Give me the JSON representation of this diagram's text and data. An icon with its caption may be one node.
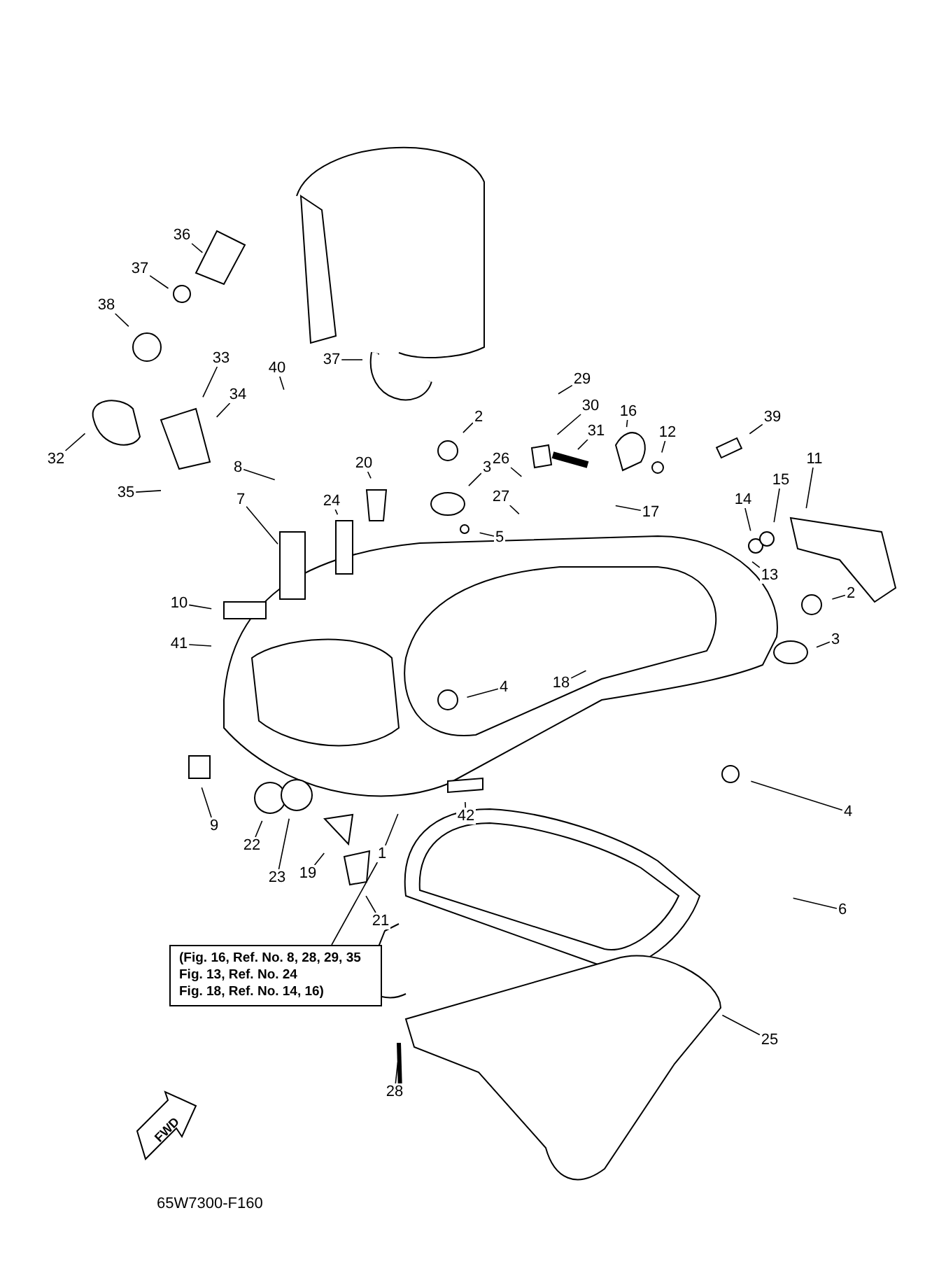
{
  "diagram": {
    "nodes": [
      {
        "text": [
          "36"
        ]
      },
      {
        "text": [
          "37"
        ]
      },
      {
        "text": [
          "38"
        ]
      },
      {
        "text": [
          "33"
        ]
      },
      {
        "text": [
          "37"
        ]
      },
      {
        "text": [
          "40"
        ]
      },
      {
        "text": [
          "34"
        ]
      },
      {
        "text": [
          "29"
        ]
      },
      {
        "text": [
          "32"
        ]
      },
      {
        "text": [
          "16"
        ]
      },
      {
        "text": [
          "30"
        ]
      },
      {
        "text": [
          "39"
        ]
      },
      {
        "text": [
          "12"
        ]
      },
      {
        "text": [
          "31"
        ]
      },
      {
        "text": [
          "2"
        ]
      },
      {
        "text": [
          "11"
        ]
      },
      {
        "text": [
          "8"
        ]
      },
      {
        "text": [
          "20"
        ]
      },
      {
        "text": [
          "26"
        ]
      },
      {
        "text": [
          "3"
        ]
      },
      {
        "text": [
          "15"
        ]
      },
      {
        "text": [
          "35"
        ]
      },
      {
        "text": [
          "27"
        ]
      },
      {
        "text": [
          "24"
        ]
      },
      {
        "text": [
          "7"
        ]
      },
      {
        "text": [
          "14"
        ]
      },
      {
        "text": [
          "17"
        ]
      },
      {
        "text": [
          "5"
        ]
      },
      {
        "text": [
          "13"
        ]
      },
      {
        "text": [
          "2"
        ]
      },
      {
        "text": [
          "10"
        ]
      },
      {
        "text": [
          "3"
        ]
      },
      {
        "text": [
          "41"
        ]
      },
      {
        "text": [
          "18"
        ]
      },
      {
        "text": [
          "4"
        ]
      },
      {
        "text": [
          "42"
        ]
      },
      {
        "text": [
          "4"
        ]
      },
      {
        "text": [
          "9"
        ]
      },
      {
        "text": [
          "22"
        ]
      },
      {
        "text": [
          "1"
        ]
      },
      {
        "text": [
          "23"
        ]
      },
      {
        "text": [
          "19"
        ]
      },
      {
        "text": [
          "6"
        ]
      },
      {
        "text": [
          "21"
        ]
      },
      {
        "text": [
          "(Fig. 16, Ref. No. 8, 28, 29, 35",
          "Fig. 13, Ref. No. 24",
          "Fig. 18, Ref. No. 14, 16)"
        ]
      },
      {
        "text": [
          "25"
        ]
      },
      {
        "text": [
          "28"
        ]
      }
    ],
    "edges": [
      {
        "from": 0,
        "to": null,
        "arrow": "none"
      },
      {
        "from": 1,
        "to": null,
        "arrow": "none"
      },
      {
        "from": 2,
        "to": null,
        "arrow": "none"
      },
      {
        "from": 3,
        "to": null,
        "arrow": "none"
      },
      {
        "from": 4,
        "to": null,
        "arrow": "none"
      },
      {
        "from": 5,
        "to": null,
        "arrow": "none"
      },
      {
        "from": 6,
        "to": null,
        "arrow": "none"
      },
      {
        "from": 7,
        "to": null,
        "arrow": "none"
      },
      {
        "from": 8,
        "to": null,
        "arrow": "none"
      },
      {
        "from": 9,
        "to": null,
        "arrow": "none"
      },
      {
        "from": 10,
        "to": null,
        "arrow": "none"
      },
      {
        "from": 11,
        "to": null,
        "arrow": "none"
      },
      {
        "from": 12,
        "to": null,
        "arrow": "none"
      },
      {
        "from": 13,
        "to": null,
        "arrow": "none"
      },
      {
        "from": 14,
        "to": null,
        "arrow": "none"
      },
      {
        "from": 15,
        "to": null,
        "arrow": "none"
      },
      {
        "from": 16,
        "to": null,
        "arrow": "none"
      },
      {
        "from": 17,
        "to": null,
        "arrow": "none"
      },
      {
        "from": 18,
        "to": null,
        "arrow": "none"
      },
      {
        "from": 19,
        "to": null,
        "arrow": "none"
      },
      {
        "from": 20,
        "to": null,
        "arrow": "none"
      },
      {
        "from": 21,
        "to": null,
        "arrow": "none"
      },
      {
        "from": 22,
        "to": null,
        "arrow": "none"
      },
      {
        "from": 23,
        "to": null,
        "arrow": "none"
      },
      {
        "from": 24,
        "to": null,
        "arrow": "none"
      },
      {
        "from": 25,
        "to": null,
        "arrow": "none"
      },
      {
        "from": 26,
        "to": null,
        "arrow": "none"
      },
      {
        "from": 27,
        "to": null,
        "arrow": "none"
      },
      {
        "from": 28,
        "to": null,
        "arrow": "none"
      },
      {
        "from": 29,
        "to": null,
        "arrow": "none"
      },
      {
        "from": 30,
        "to": null,
        "arrow": "none"
      },
      {
        "from": 31,
        "to": null,
        "arrow": "none"
      },
      {
        "from": 32,
        "to": null,
        "arrow": "none"
      },
      {
        "from": 33,
        "to": null,
        "arrow": "none"
      },
      {
        "from": 34,
        "to": null,
        "arrow": "none"
      },
      {
        "from": 35,
        "to": null,
        "arrow": "none"
      },
      {
        "from": 36,
        "to": null,
        "arrow": "none"
      },
      {
        "from": 37,
        "to": null,
        "arrow": "none"
      },
      {
        "from": 38,
        "to": null,
        "arrow": "none"
      },
      {
        "from": 39,
        "to": null,
        "arrow": "none"
      },
      {
        "from": 40,
        "to": null,
        "arrow": "none"
      },
      {
        "from": 41,
        "to": null,
        "arrow": "none"
      },
      {
        "from": 42,
        "to": null,
        "arrow": "none"
      },
      {
        "from": 43,
        "to": null,
        "arrow": "none"
      },
      {
        "from": 44,
        "to": 39,
        "arrow": "none"
      },
      {
        "from": 45,
        "to": null,
        "arrow": "none"
      },
      {
        "from": 46,
        "to": null,
        "arrow": "none"
      }
    ],
    "labels": [
      "FWD",
      "65W7300-F160"
    ]
  }
}
